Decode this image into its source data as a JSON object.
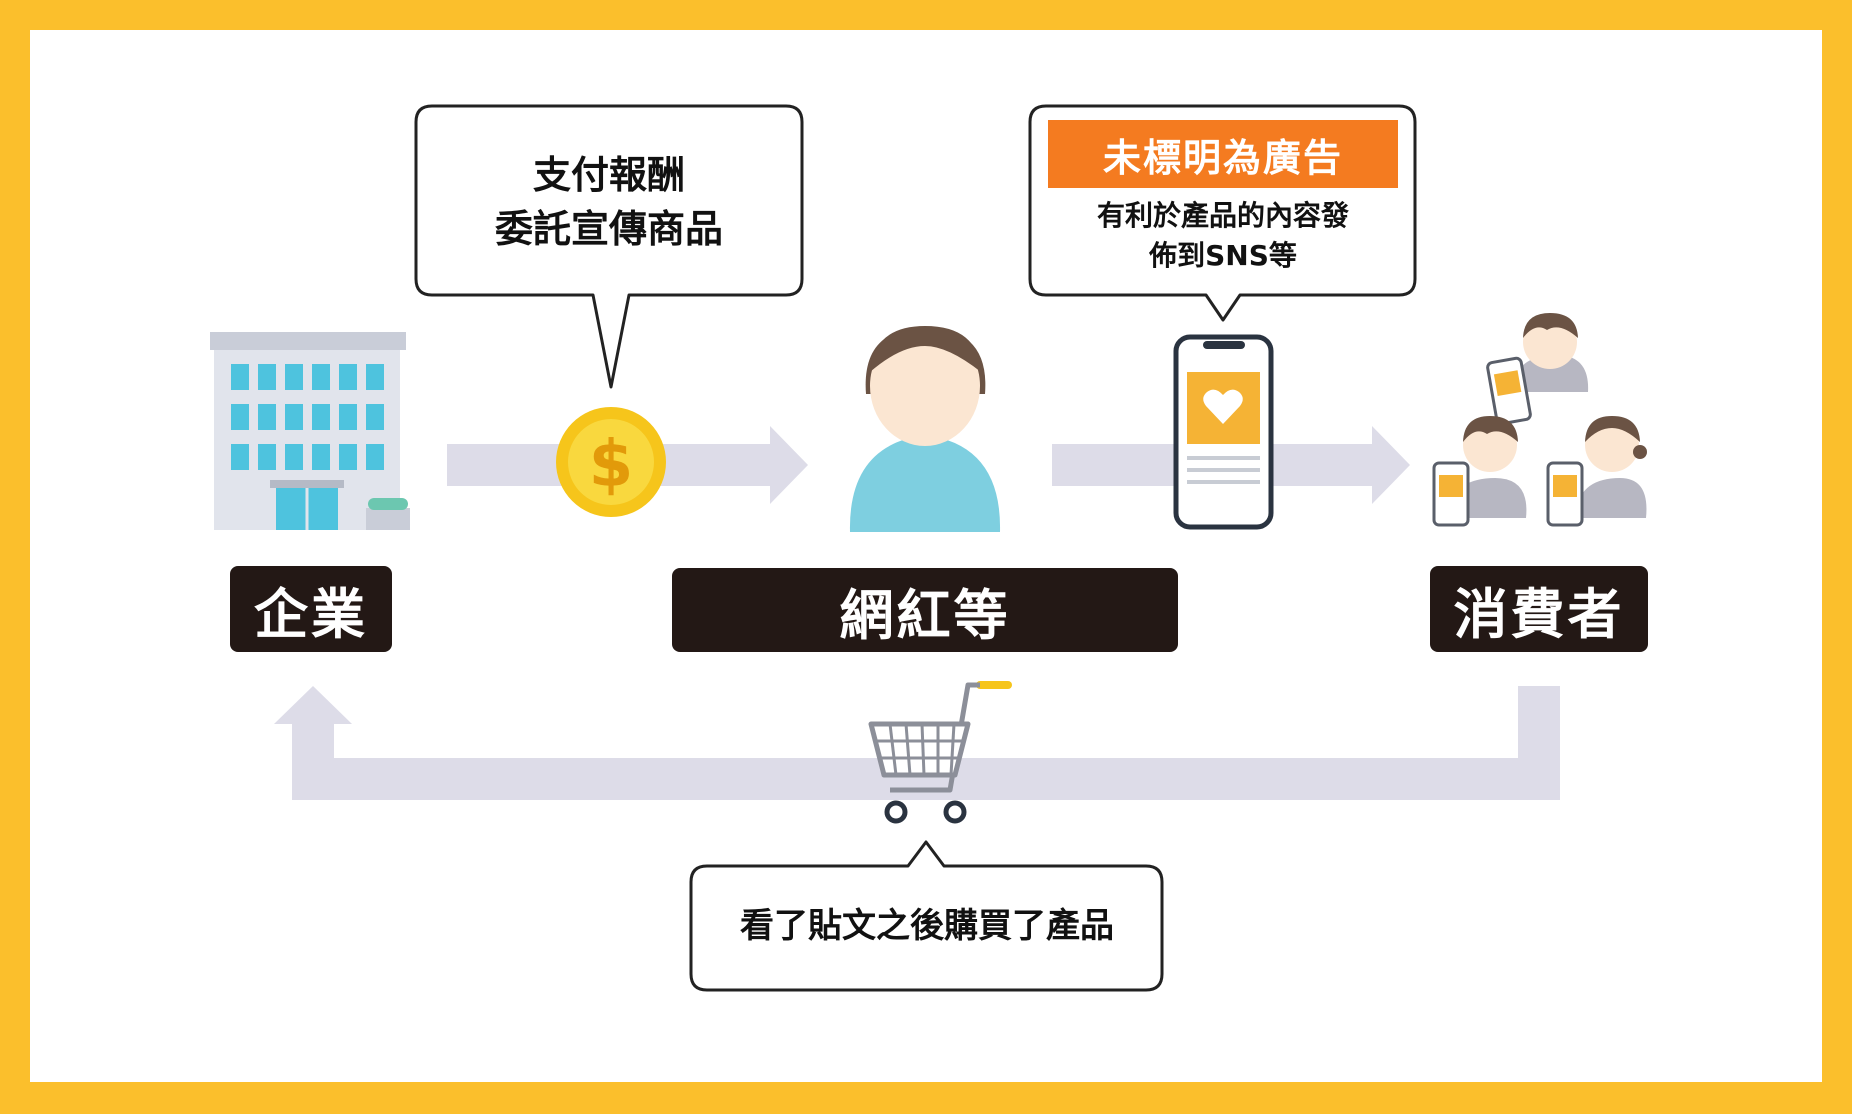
{
  "labels": {
    "company": "企業",
    "influencer": "網紅等",
    "consumers": "消費者"
  },
  "bubbles": {
    "payment": {
      "line1": "支付報酬",
      "line2": "委託宣傳商品"
    },
    "post": {
      "banner": "未標明為廣告",
      "line1": "有利於產品的內容發",
      "line2": "佈到SNS等"
    },
    "purchase": {
      "text": "看了貼文之後購買了產品"
    }
  },
  "colors": {
    "frame": "#FBBF2C",
    "arrow": "#DDDCE8",
    "pill": "#231815",
    "banner": "#F47B20",
    "coin": "#F6C51B",
    "phone_screen": "#F5B335",
    "influencer_shirt": "#7ECFE0",
    "hair": "#6B5344",
    "skin": "#FBE6D2",
    "consumer_body": "#B7B7C2"
  },
  "icons": [
    "building-icon",
    "coin-dollar-icon",
    "influencer-icon",
    "smartphone-heart-icon",
    "consumers-group-icon",
    "shopping-cart-icon"
  ]
}
